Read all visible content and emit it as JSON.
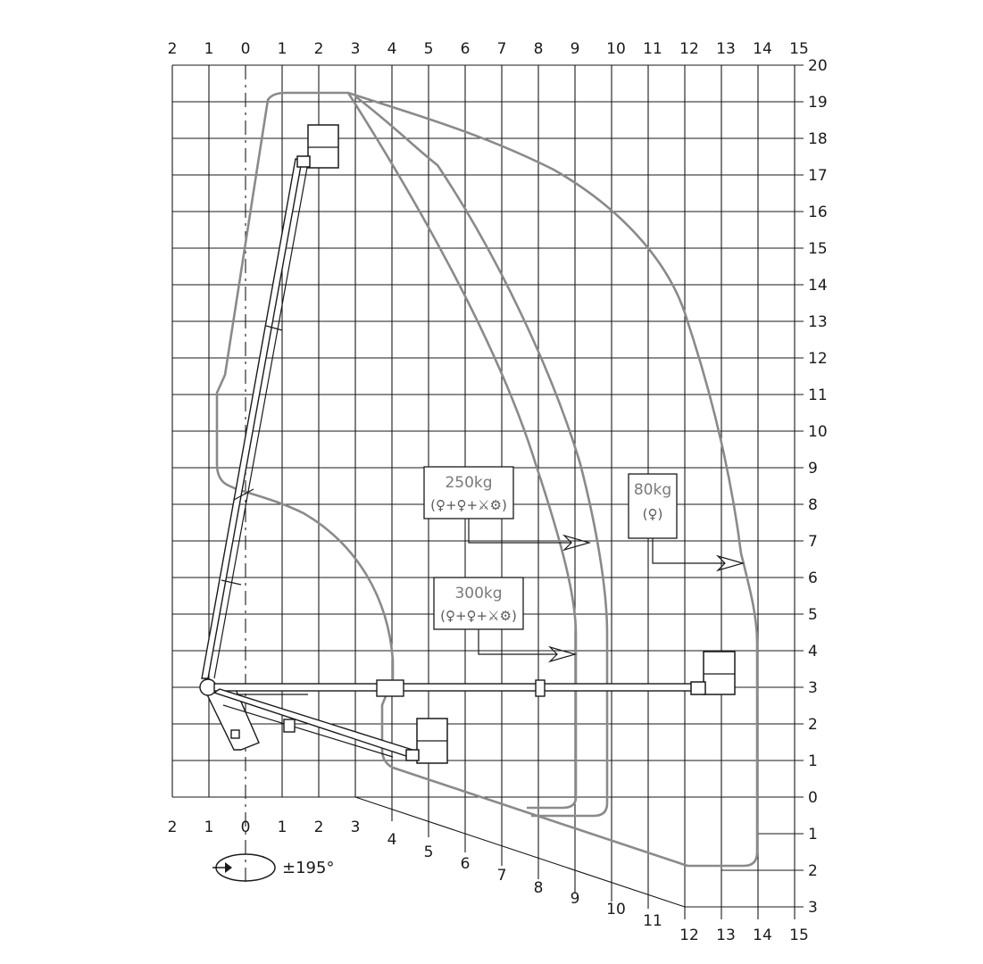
{
  "axes": {
    "x_top": [
      "2",
      "1",
      "0",
      "1",
      "2",
      "3",
      "4",
      "5",
      "6",
      "7",
      "8",
      "9",
      "10",
      "11",
      "12",
      "13",
      "14",
      "15"
    ],
    "x_bottom": [
      "2",
      "1",
      "0",
      "1",
      "2",
      "3",
      "4",
      "5",
      "6",
      "7",
      "8",
      "9",
      "10",
      "11",
      "12",
      "13",
      "14",
      "15"
    ],
    "y_right": [
      "20",
      "19",
      "18",
      "17",
      "16",
      "15",
      "14",
      "13",
      "12",
      "11",
      "10",
      "9",
      "8",
      "7",
      "6",
      "5",
      "4",
      "3",
      "2",
      "1",
      "0",
      "1",
      "2",
      "3"
    ]
  },
  "loads": [
    {
      "weight": "250kg",
      "pictograms": "(♀+♀+⚔⚙)",
      "icon": "two-persons-tools-icon"
    },
    {
      "weight": "300kg",
      "pictograms": "(♀+♀+⚔⚙)",
      "icon": "two-persons-tools-icon"
    },
    {
      "weight": "80kg",
      "pictograms": "(♀)",
      "icon": "single-person-icon"
    }
  ],
  "rotation": {
    "label": "±195°",
    "icon": "rotation-arrow-icon"
  }
}
